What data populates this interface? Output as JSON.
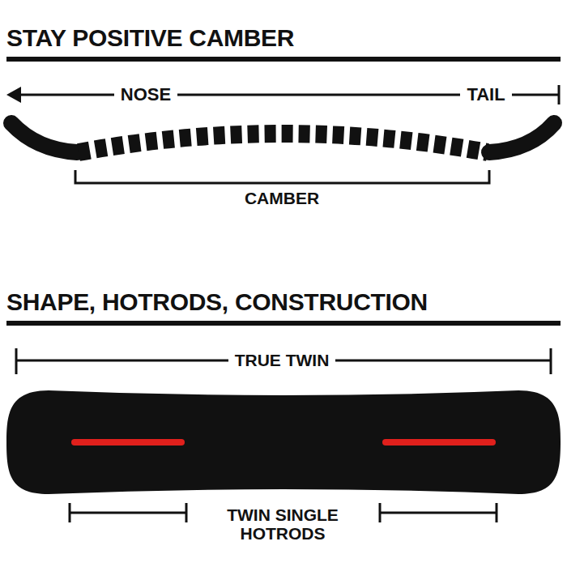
{
  "diagram": {
    "labels": [
      "STAY POSITIVE CAMBER",
      "NOSE",
      "TAIL",
      "CAMBER",
      "SHAPE, HOTRODS, CONSTRUCTION",
      "TRUE TWIN",
      "TWIN SINGLE HOTRODS"
    ]
  }
}
